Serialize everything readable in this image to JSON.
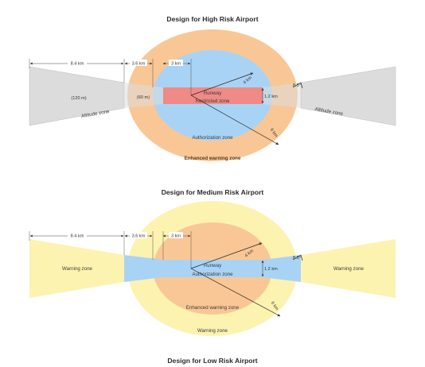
{
  "diagrams": [
    {
      "title": "Design for High Risk Airport",
      "dims": {
        "d1": "8.4 km",
        "d2": "3.6 km",
        "d3": "3 km",
        "r4": "4 km",
        "r6": "6 km",
        "angle": "8.5°",
        "w": "1.2 km",
        "h_outer": "(120 m)",
        "h_inner": "(60 m)"
      },
      "labels": {
        "runway": "Runway",
        "restricted": "Restricted zone",
        "authorization": "Authorization zone",
        "enhanced": "Enhanced warning zone",
        "altitude_left": "Altitude zone",
        "altitude_right": "Altitude zone"
      },
      "colors": {
        "outer": "#f9c795",
        "middle": "#a9d3f5",
        "runway": "#f08a86",
        "cone": "#dcdcdc"
      }
    },
    {
      "title": "Design for Medium Risk Airport",
      "dims": {
        "d1": "8.4 km",
        "d2": "3.6 km",
        "d3": "3 km",
        "r4": "4 km",
        "r6": "6 km",
        "angle": "8.5°",
        "w": "1.2 km"
      },
      "labels": {
        "runway": "Runway",
        "authorization": "Authorization zone",
        "enhanced": "Enhanced warning zone",
        "warning_outer": "Warning zone",
        "warning_left": "Warning zone",
        "warning_right": "Warning zone"
      },
      "colors": {
        "outer": "#fdf3b0",
        "middle": "#f9c795",
        "runway": "#a9d3f5",
        "cone": "#fdf3b0"
      }
    }
  ],
  "footer_title": "Design for Low Risk Airport"
}
